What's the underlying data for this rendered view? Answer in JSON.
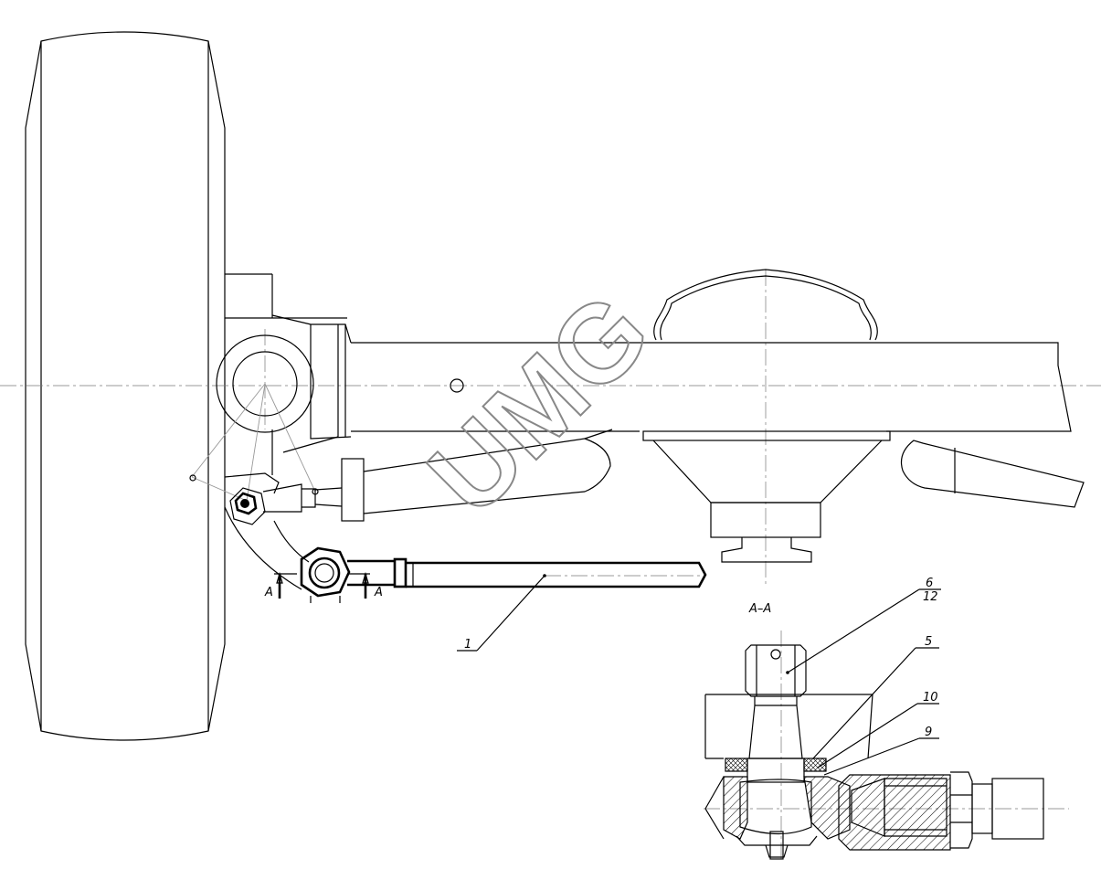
{
  "watermark": "UMG",
  "section_title": "A–A",
  "section_marks": [
    "A",
    "A"
  ],
  "callouts": [
    {
      "id": "callout-1",
      "text": "1"
    },
    {
      "id": "callout-6",
      "text": "6"
    },
    {
      "id": "callout-12",
      "text": "12"
    },
    {
      "id": "callout-5",
      "text": "5"
    },
    {
      "id": "callout-10",
      "text": "10"
    },
    {
      "id": "callout-9",
      "text": "9"
    }
  ]
}
